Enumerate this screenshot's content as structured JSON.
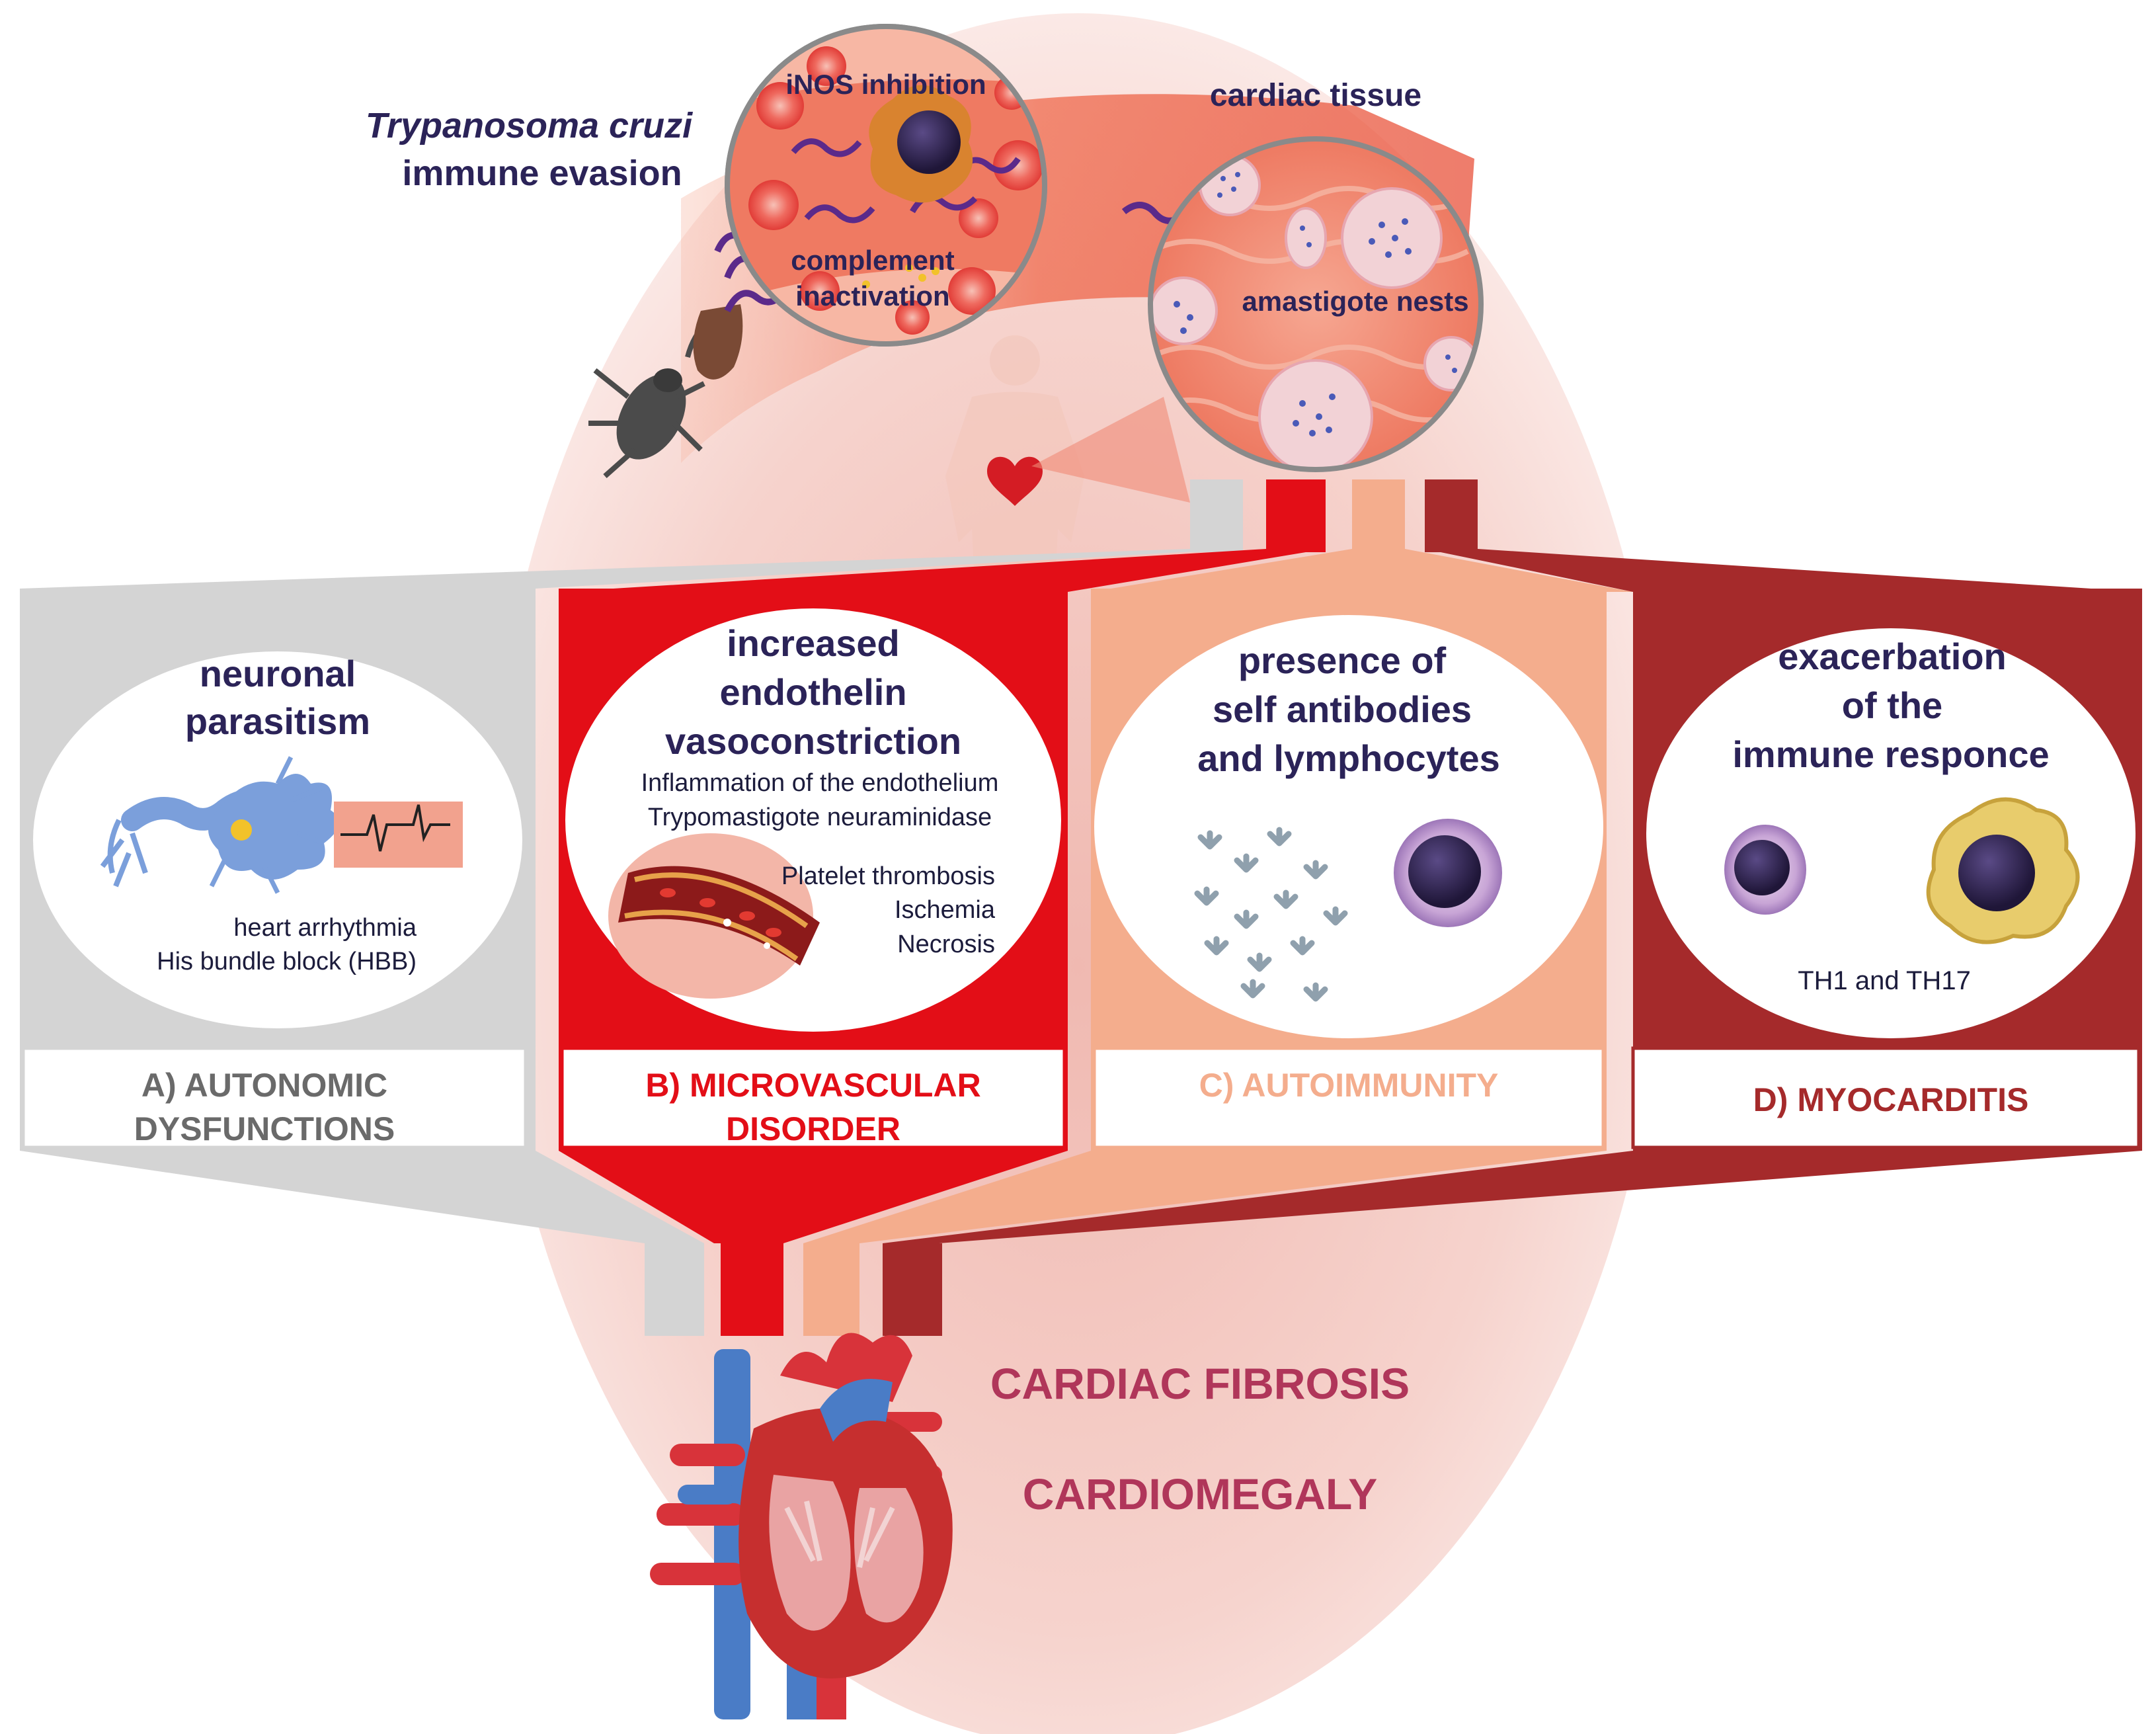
{
  "top": {
    "parasite_name": "Trypanosoma cruzi",
    "parasite_subtitle": "immune evasion",
    "inos_label": "iNOS inhibition",
    "complement_line1": "complement",
    "complement_line2": "inactivation",
    "tissue_label": "cardiac tissue",
    "nests_label": "amastigote nests"
  },
  "panels": [
    {
      "heading": [
        "neuronal",
        "parasitism"
      ],
      "details": [
        "heart arrhythmia",
        "His bundle block (HBB)"
      ],
      "label": [
        "A) AUTONOMIC",
        "DYSFUNCTIONS"
      ]
    },
    {
      "heading": [
        "increased",
        "endothelin",
        "vasoconstriction"
      ],
      "details": [
        "Inflammation of the endothelium",
        "Trypomastigote neuraminidase"
      ],
      "details2": [
        "Platelet thrombosis",
        "Ischemia",
        "Necrosis"
      ],
      "label": [
        "B) MICROVASCULAR",
        "DISORDER"
      ]
    },
    {
      "heading": [
        "presence of",
        "self antibodies",
        "and lymphocytes"
      ],
      "label": [
        "C) AUTOIMMUNITY"
      ]
    },
    {
      "heading": [
        "exacerbation",
        "of the",
        "immune responce"
      ],
      "details": [
        "TH1 and TH17"
      ],
      "label": [
        "D) MYOCARDITIS"
      ]
    }
  ],
  "outcomes": {
    "line1": "CARDIAC FIBROSIS",
    "line2": "CARDIOMEGALY"
  },
  "colors": {
    "grey": "#d4d4d4",
    "red": "#e30e17",
    "salmon": "#f4ad8d",
    "darkred": "#a52a2b",
    "navy": "#2b2358",
    "outcome": "#b0365a",
    "bg_circle": "#f3c9c2"
  }
}
